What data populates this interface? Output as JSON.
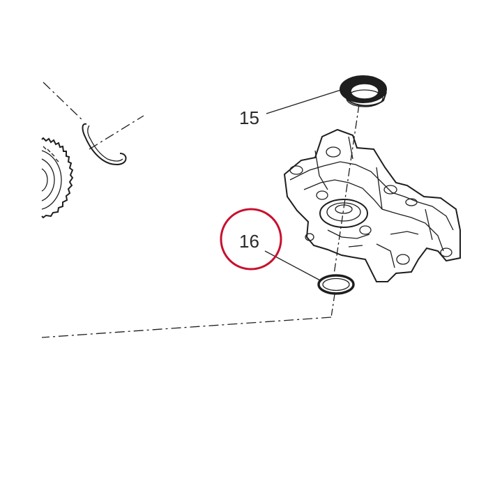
{
  "callouts": [
    {
      "id": "15",
      "label": "15"
    },
    {
      "id": "16",
      "label": "16"
    }
  ],
  "highlight": {
    "target": "16",
    "color": "#c8102e"
  },
  "colors": {
    "ink": "#1e1e1e",
    "background": "#ffffff"
  },
  "icons": {
    "seal_15": "lip-seal-ring-icon",
    "ring_16": "o-ring-icon",
    "housing": "bearing-housing-part-icon",
    "gear": "sprocket-gear-icon",
    "clip": "retaining-clip-icon"
  }
}
